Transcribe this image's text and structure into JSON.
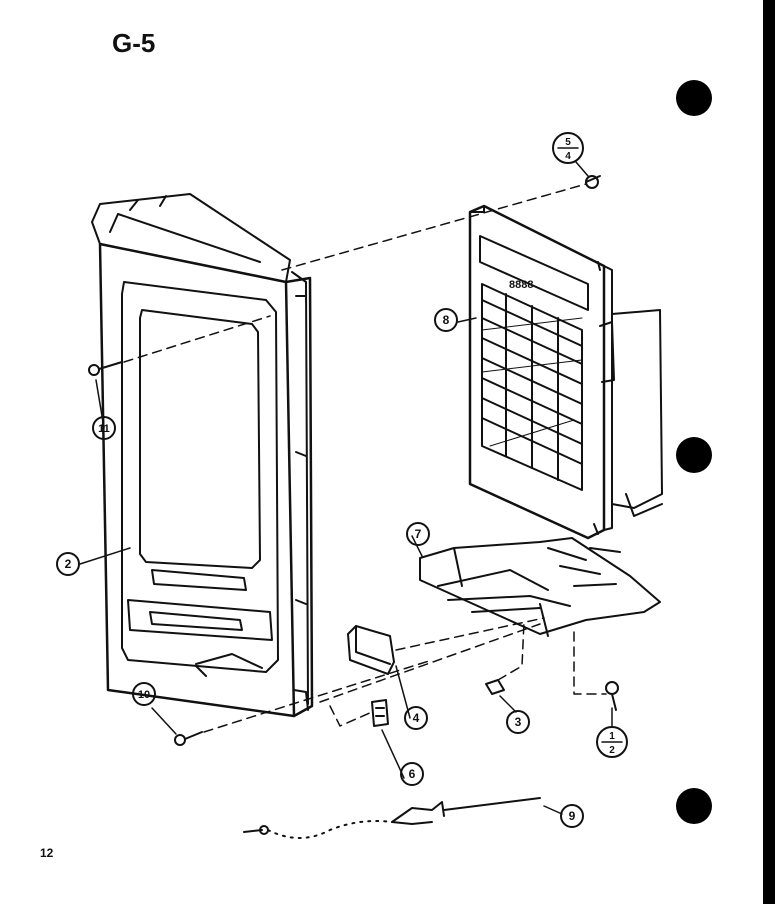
{
  "sheet": {
    "title": "G-5",
    "page_number": "12"
  },
  "callouts": [
    {
      "id": "c11",
      "label": "11"
    },
    {
      "id": "c2",
      "label": "2"
    },
    {
      "id": "c10",
      "label": "10"
    },
    {
      "id": "c8",
      "label": "8"
    },
    {
      "id": "c7",
      "label": "7"
    },
    {
      "id": "c4",
      "label": "4"
    },
    {
      "id": "c3",
      "label": "3"
    },
    {
      "id": "c6",
      "label": "6"
    },
    {
      "id": "c9",
      "label": "9"
    }
  ],
  "fraction_callouts": [
    {
      "id": "f54",
      "numerator": "5",
      "denominator": "4"
    },
    {
      "id": "f12",
      "numerator": "1",
      "denominator": "2"
    }
  ],
  "display_digits": "8888",
  "colors": {
    "ink": "#111111",
    "paper": "#ffffff"
  }
}
